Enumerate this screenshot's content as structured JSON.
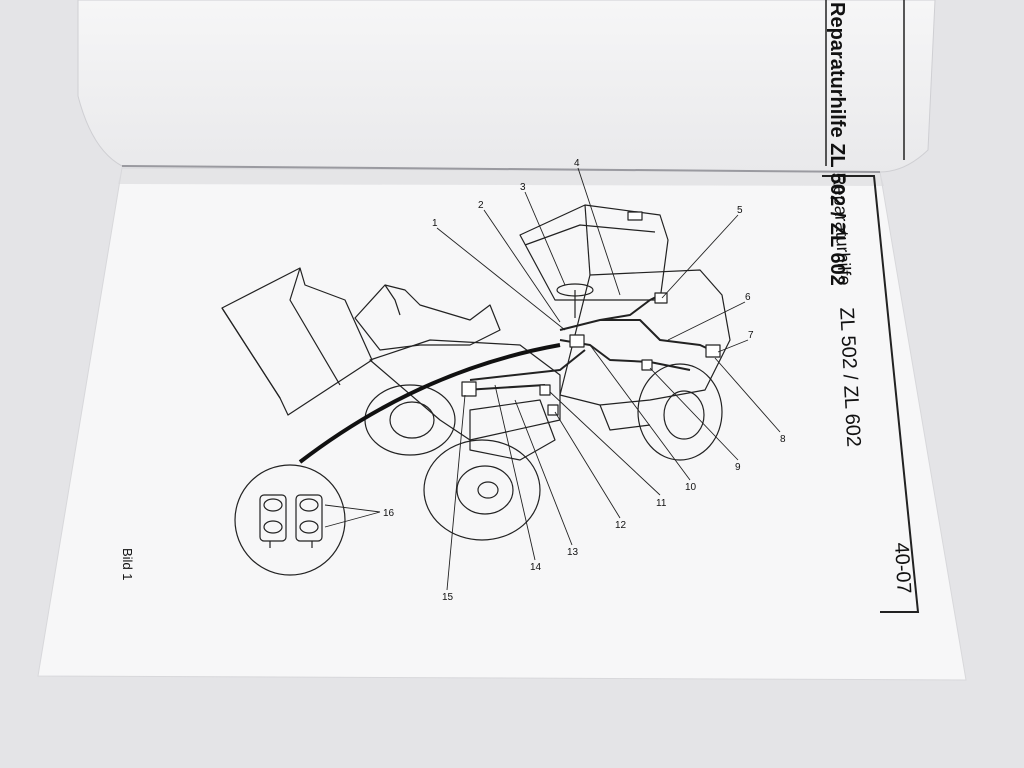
{
  "header": {
    "top_page_title": "Reparaturhilfe ZL 502 / ZL 602",
    "main_title_label": "Reparaturhilfe",
    "main_title_model": "ZL 502 / ZL 602",
    "page_number": "40-07"
  },
  "figure": {
    "label": "Bild 1",
    "callouts": [
      "1",
      "2",
      "3",
      "4",
      "5",
      "6",
      "7",
      "8",
      "9",
      "10",
      "11",
      "12",
      "13",
      "14",
      "15",
      "16"
    ]
  }
}
